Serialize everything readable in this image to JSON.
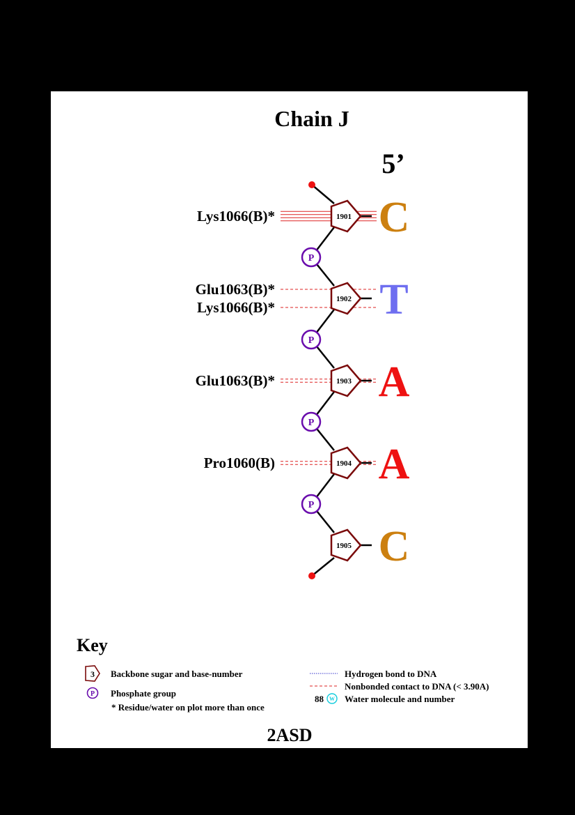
{
  "title": "Chain J",
  "five_prime": "5’",
  "pdb_code": "2ASD",
  "nucleotides": [
    {
      "number": "1901",
      "base": "C",
      "color": "#CC8010"
    },
    {
      "number": "1902",
      "base": "T",
      "color": "#6E6EF0"
    },
    {
      "number": "1903",
      "base": "A",
      "color": "#EE1111"
    },
    {
      "number": "1904",
      "base": "A",
      "color": "#EE1111"
    },
    {
      "number": "1905",
      "base": "C",
      "color": "#CC8010"
    }
  ],
  "phosphate_label": "P",
  "contacts": [
    {
      "residue": "Lys1066(B)*",
      "nucleotide": "1901",
      "type": "nonbonded",
      "lines": 4
    },
    {
      "residue": "Glu1063(B)*",
      "nucleotide": "1902",
      "type": "nonbonded",
      "lines": 1
    },
    {
      "residue": "Lys1066(B)*",
      "nucleotide": "1902",
      "type": "nonbonded",
      "lines": 1
    },
    {
      "residue": "Glu1063(B)*",
      "nucleotide": "1903",
      "type": "nonbonded",
      "lines": 2
    },
    {
      "residue": "Pro1060(B)",
      "nucleotide": "1904",
      "type": "nonbonded",
      "lines": 2
    }
  ],
  "colors": {
    "sugar": "#7A0A0A",
    "phosphate": "#6A0DAD",
    "terminal": "#EE1111",
    "nonbonded": "#DD2222",
    "hbond": "#3333CC",
    "water": "#11CCDD"
  },
  "key": {
    "title": "Key",
    "sugar_example": "3",
    "sugar_label": "Backbone sugar and base-number",
    "phosphate_example": "P",
    "phosphate_label": "Phosphate group",
    "asterisk_label": "* Residue/water on plot more than once",
    "hbond_label": "Hydrogen bond to DNA",
    "nonbonded_label": "Nonbonded contact to DNA (< 3.90A)",
    "water_number": "88",
    "water_symbol": "W",
    "water_label": "Water molecule and number"
  }
}
